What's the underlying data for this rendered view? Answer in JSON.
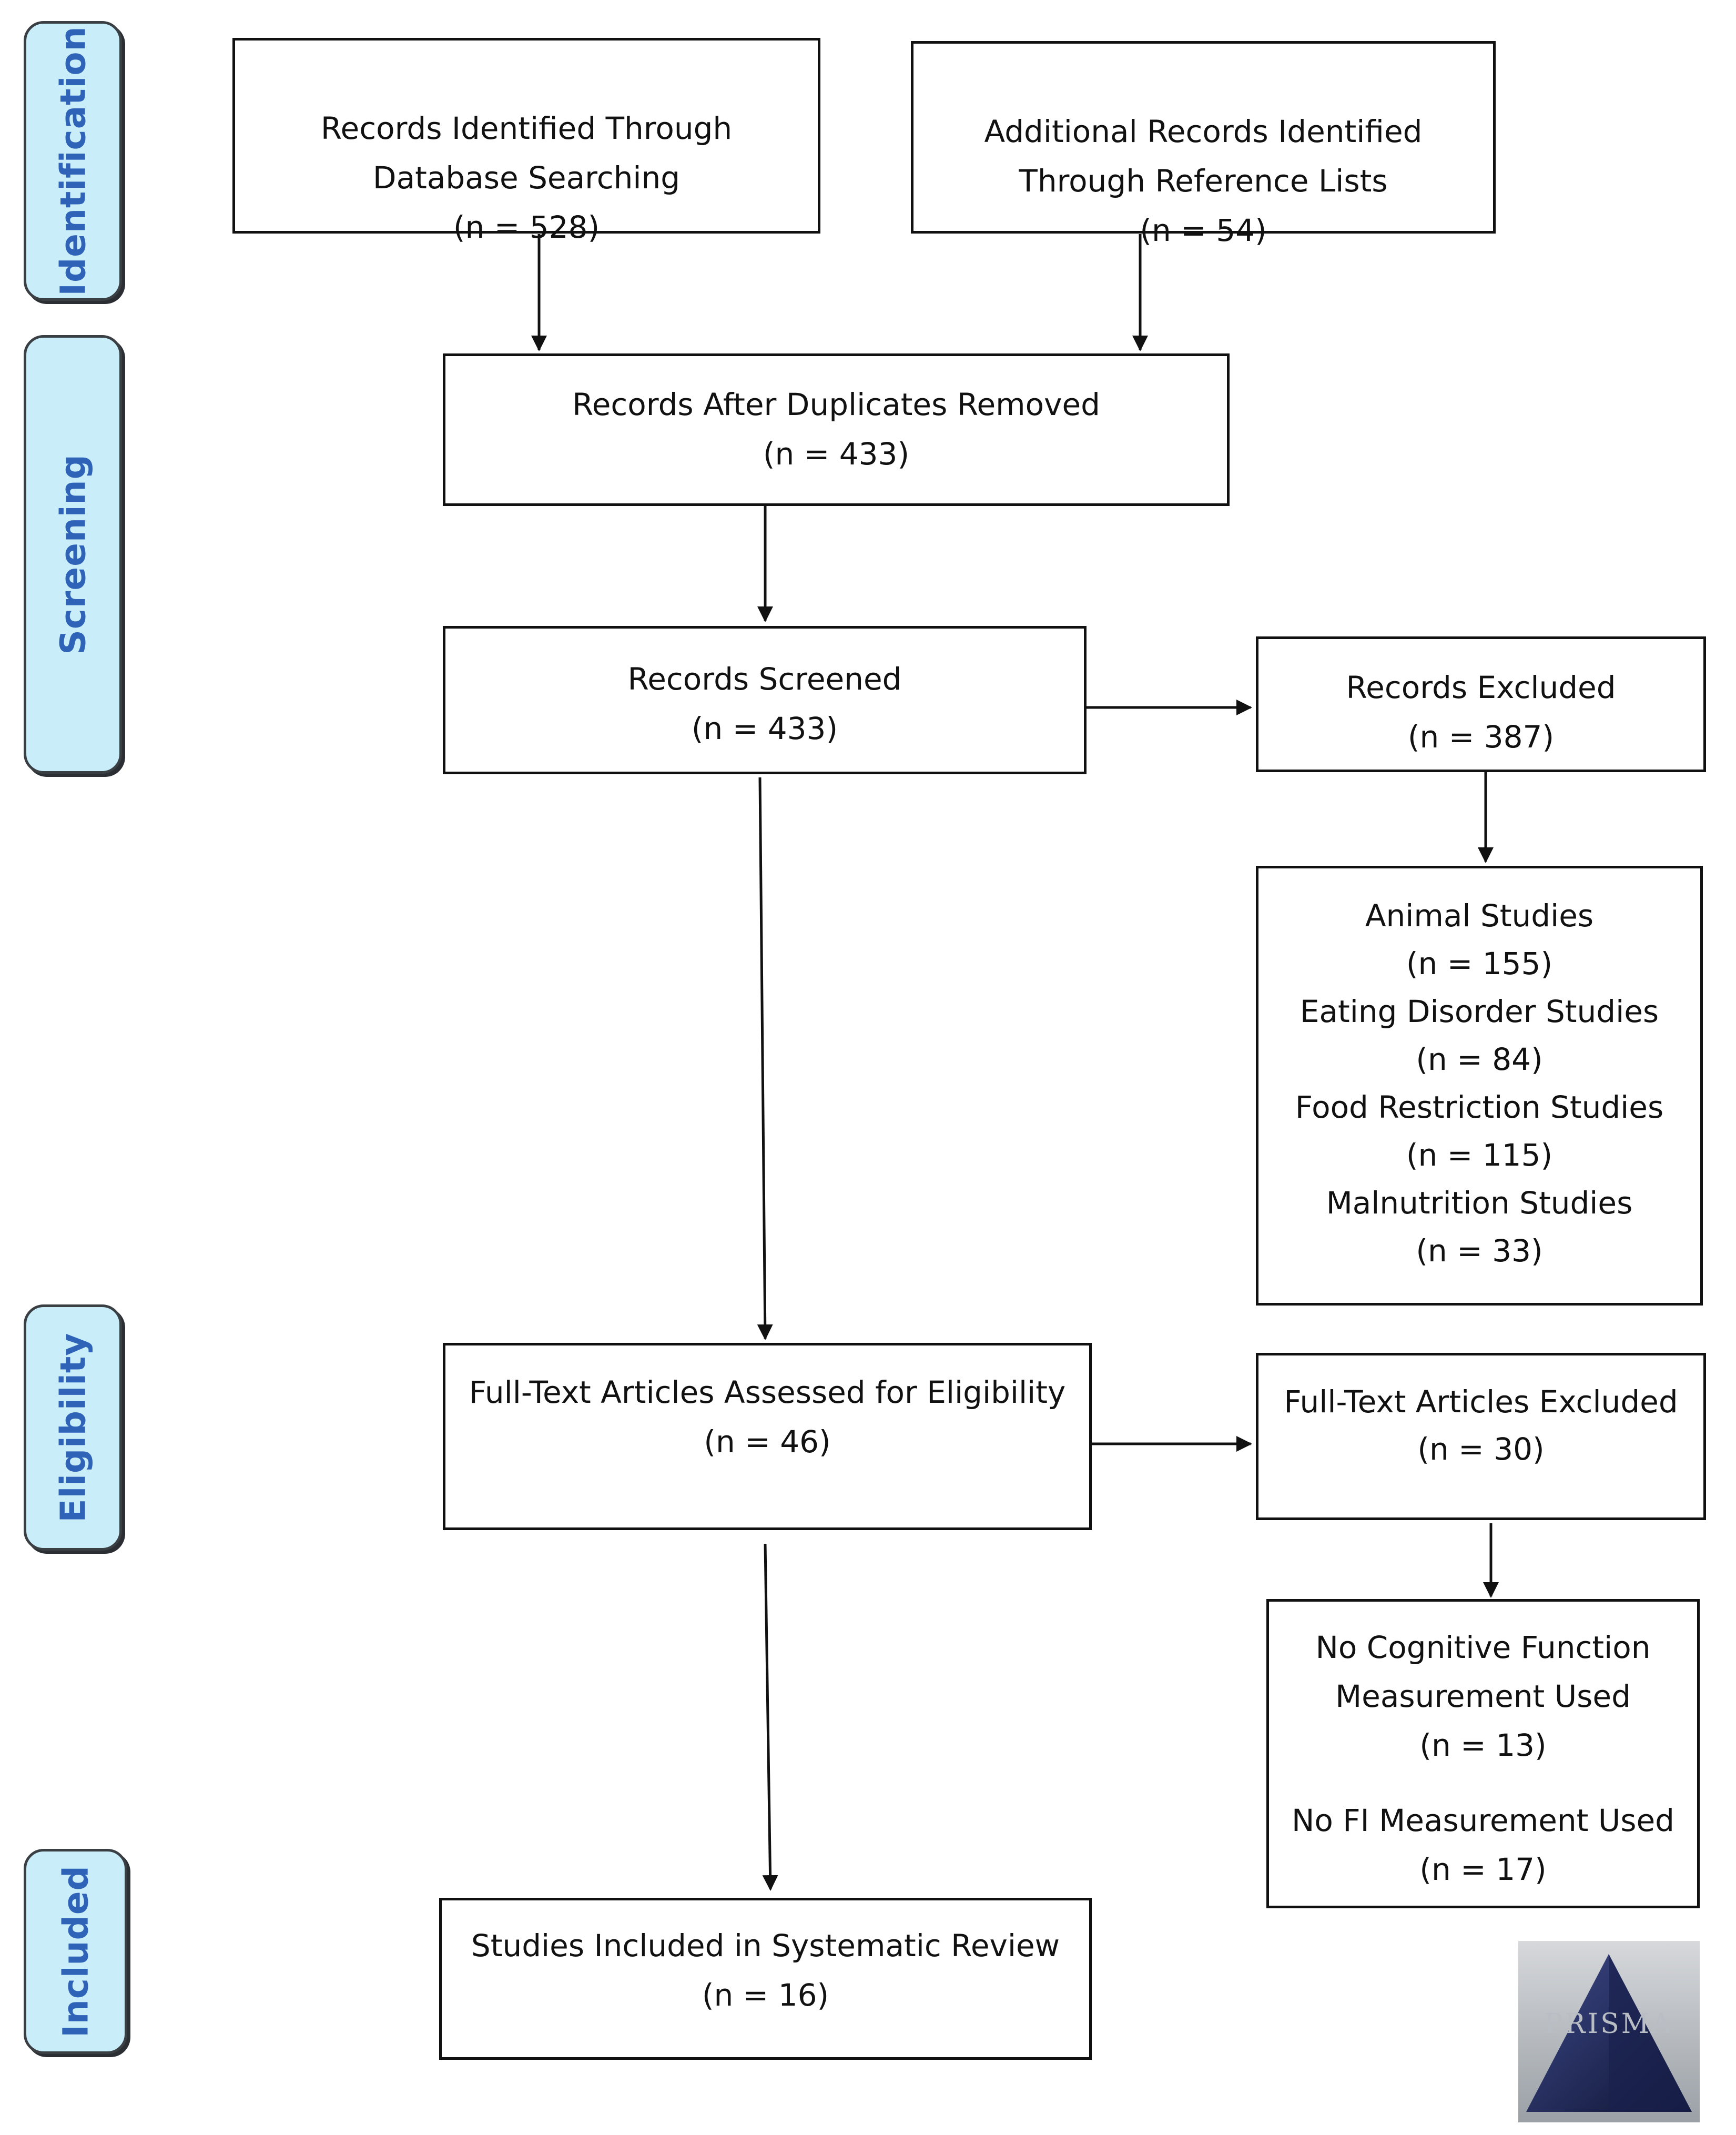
{
  "phases": {
    "identification": "Identification",
    "screening": "Screening",
    "eligibility": "Eligibility",
    "included": "Included"
  },
  "boxes": {
    "db_search": {
      "line1": "Records Identified Through",
      "line2": "Database Searching",
      "n": "(n = 528)"
    },
    "ref_lists": {
      "line1": "Additional Records Identified",
      "line2": "Through Reference Lists",
      "n": "(n = 54)"
    },
    "dupes_removed": {
      "line1": "Records After Duplicates Removed",
      "n": "(n = 433)"
    },
    "screened": {
      "line1": "Records Screened",
      "n": "(n = 433)"
    },
    "excluded": {
      "line1": "Records Excluded",
      "n": "(n = 387)"
    },
    "exclusion_reasons": {
      "animal": "Animal Studies",
      "animal_n": "(n = 155)",
      "eating": "Eating Disorder Studies",
      "eating_n": "(n = 84)",
      "food": "Food Restriction Studies",
      "food_n": "(n = 115)",
      "malnutrition": "Malnutrition Studies",
      "malnutrition_n": "(n = 33)"
    },
    "fulltext": {
      "line1": "Full-Text Articles Assessed for Eligibility",
      "n": "(n = 46)"
    },
    "fulltext_excluded": {
      "line1": "Full-Text Articles Excluded",
      "n": "(n = 30)"
    },
    "fulltext_reasons": {
      "cognitive_line1": "No Cognitive Function",
      "cognitive_line2": "Measurement Used",
      "cognitive_n": "(n = 13)",
      "fi": "No FI Measurement Used",
      "fi_n": "(n = 17)"
    },
    "included": {
      "line1": "Studies Included in Systematic Review",
      "n": "(n = 16)"
    }
  },
  "logo": {
    "text": "PRISMA"
  }
}
